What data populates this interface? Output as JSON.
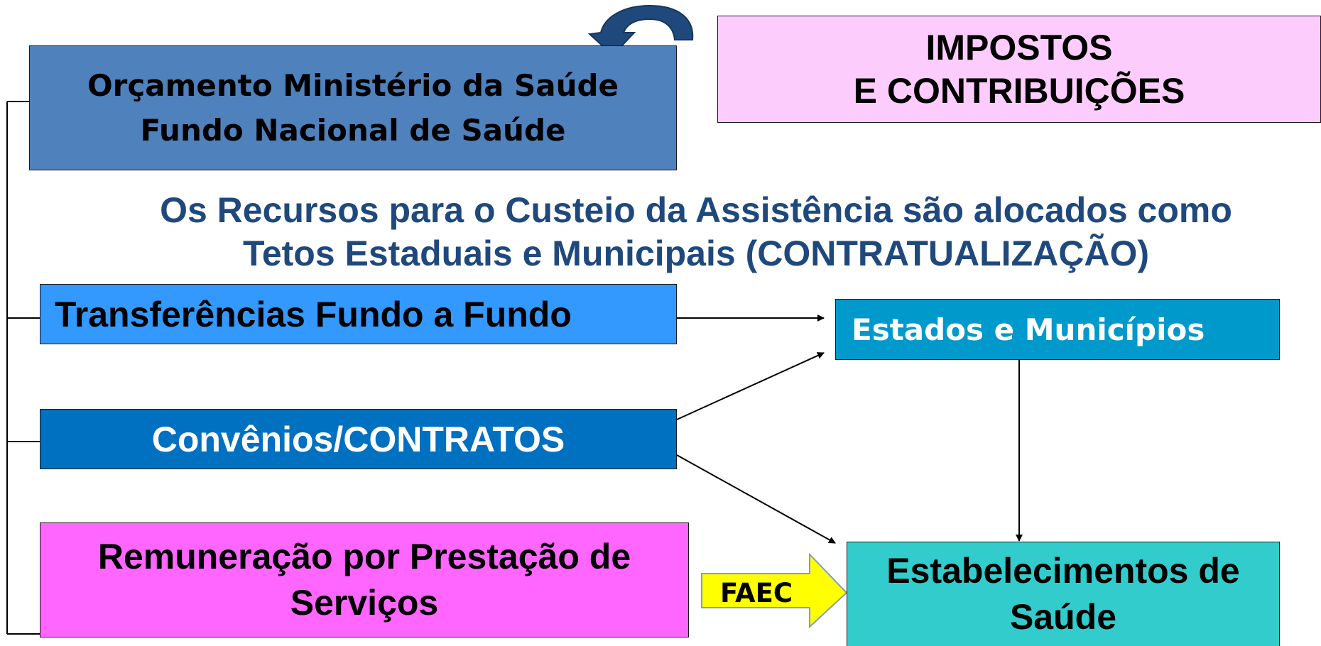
{
  "diagram": {
    "orcamento": "Orçamento Ministério da Saúde\nFundo Nacional de Saúde",
    "impostos": "IMPOSTOS\nE CONTRIBUIÇÕES",
    "heading": "Os Recursos para o Custeio da Assistência são alocados como\nTetos Estaduais e Municipais (CONTRATUALIZAÇÃO)",
    "transferencias": "Transferências Fundo a Fundo",
    "estados": "Estados e Municípios",
    "convenios": "Convênios/CONTRATOS",
    "remuneracao": "Remuneração por Prestação de\nServiços",
    "estabelecimentos": "Estabelecimentos de\nSaúde",
    "faec": "FAEC"
  },
  "colors": {
    "orcamento": "#4f81bd",
    "impostos": "#fcccfc",
    "transferencias": "#3399ff",
    "estados": "#0099cc",
    "convenios": "#0070c0",
    "remuneracao": "#ff66ff",
    "estabelecimentos": "#33cccc",
    "faec_arrow": "#ffff00",
    "heading_text": "#1f497d",
    "curved_arrow": "#1f497d"
  }
}
